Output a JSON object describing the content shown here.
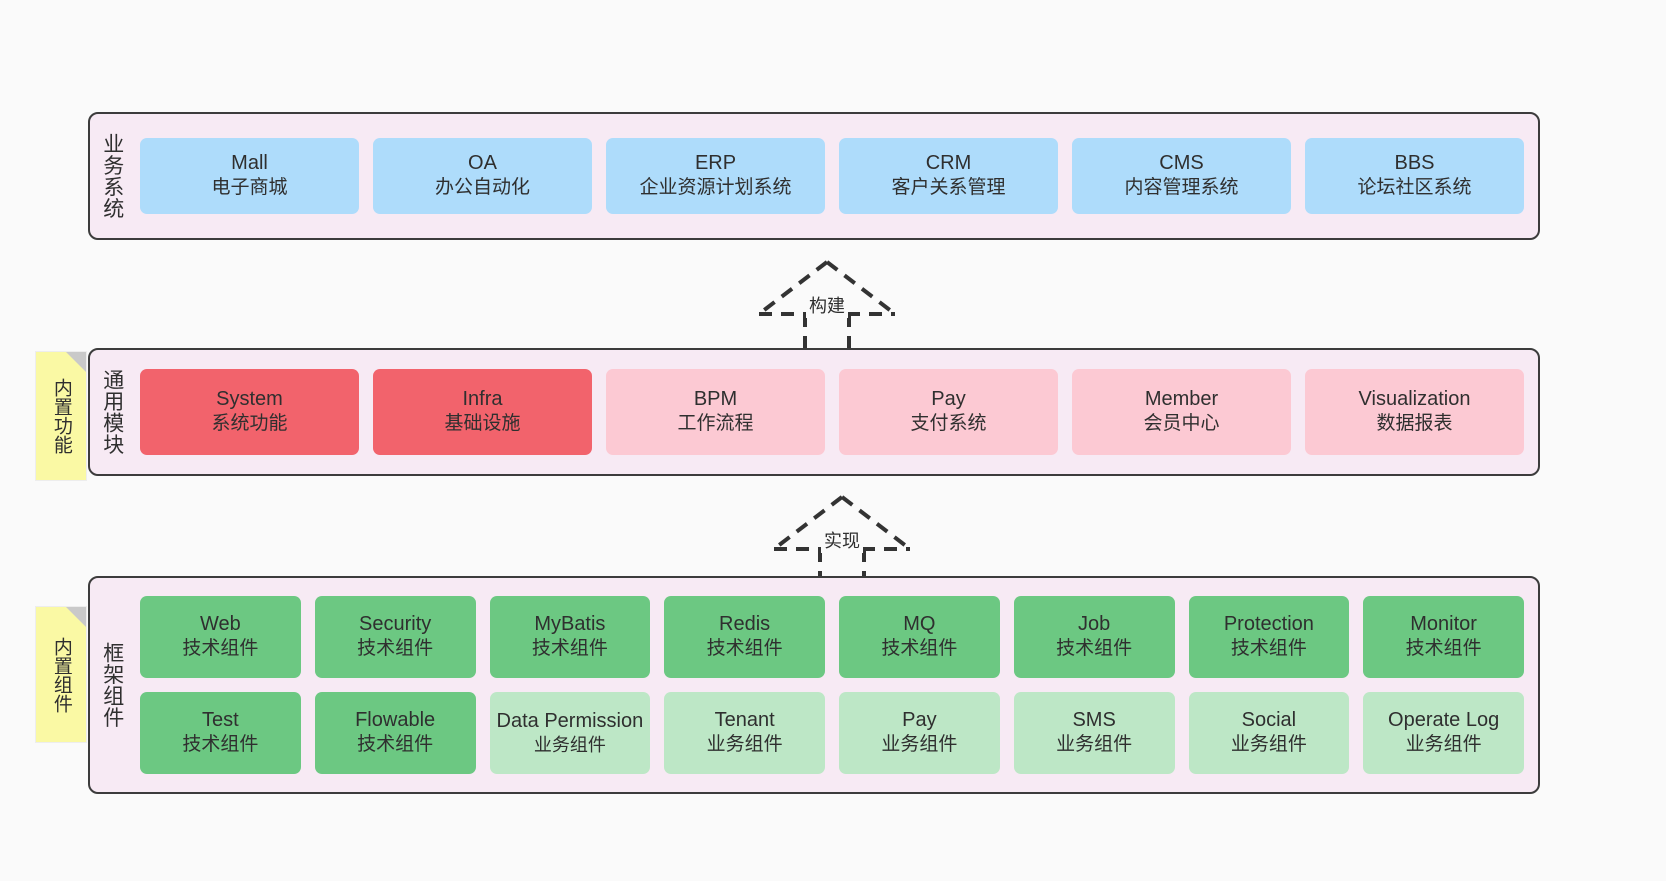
{
  "diagram": {
    "background": "#fafafa",
    "panel_bg": "#F7EAF4",
    "panel_border": "#3C3C3C",
    "colors": {
      "business": "#AEDCFB",
      "module_core": "#F2636C",
      "module_optional": "#FCC9D3",
      "component_tech": "#6CC882",
      "component_biz": "#BDE7C6",
      "sticky": "#FAF9A4"
    }
  },
  "layers": [
    {
      "title": "业务系统",
      "nodes": [
        {
          "en": "Mall",
          "cn": "电子商城"
        },
        {
          "en": "OA",
          "cn": "办公自动化"
        },
        {
          "en": "ERP",
          "cn": "企业资源计划系统"
        },
        {
          "en": "CRM",
          "cn": "客户关系管理"
        },
        {
          "en": "CMS",
          "cn": "内容管理系统"
        },
        {
          "en": "BBS",
          "cn": "论坛社区系统"
        }
      ]
    },
    {
      "title": "通用模块",
      "sticky": "内置功能",
      "nodes": [
        {
          "en": "System",
          "cn": "系统功能",
          "style": "red"
        },
        {
          "en": "Infra",
          "cn": "基础设施",
          "style": "red"
        },
        {
          "en": "BPM",
          "cn": "工作流程",
          "style": "pink"
        },
        {
          "en": "Pay",
          "cn": "支付系统",
          "style": "pink"
        },
        {
          "en": "Member",
          "cn": "会员中心",
          "style": "pink"
        },
        {
          "en": "Visualization",
          "cn": "数据报表",
          "style": "pink"
        }
      ]
    },
    {
      "title": "框架组件",
      "sticky": "内置组件",
      "rows": [
        [
          {
            "en": "Web",
            "cn": "技术组件",
            "style": "green"
          },
          {
            "en": "Security",
            "cn": "技术组件",
            "style": "green"
          },
          {
            "en": "MyBatis",
            "cn": "技术组件",
            "style": "green"
          },
          {
            "en": "Redis",
            "cn": "技术组件",
            "style": "green"
          },
          {
            "en": "MQ",
            "cn": "技术组件",
            "style": "green"
          },
          {
            "en": "Job",
            "cn": "技术组件",
            "style": "green"
          },
          {
            "en": "Protection",
            "cn": "技术组件",
            "style": "green"
          },
          {
            "en": "Monitor",
            "cn": "技术组件",
            "style": "green"
          }
        ],
        [
          {
            "en": "Test",
            "cn": "技术组件",
            "style": "green"
          },
          {
            "en": "Flowable",
            "cn": "技术组件",
            "style": "green"
          },
          {
            "en": "Data Permission",
            "cn": "业务组件",
            "style": "green-light"
          },
          {
            "en": "Tenant",
            "cn": "业务组件",
            "style": "green-light"
          },
          {
            "en": "Pay",
            "cn": "业务组件",
            "style": "green-light"
          },
          {
            "en": "SMS",
            "cn": "业务组件",
            "style": "green-light"
          },
          {
            "en": "Social",
            "cn": "业务组件",
            "style": "green-light"
          },
          {
            "en": "Operate Log",
            "cn": "业务组件",
            "style": "green-light"
          }
        ]
      ]
    }
  ],
  "connectors": [
    {
      "label": "构建"
    },
    {
      "label": "实现"
    }
  ]
}
